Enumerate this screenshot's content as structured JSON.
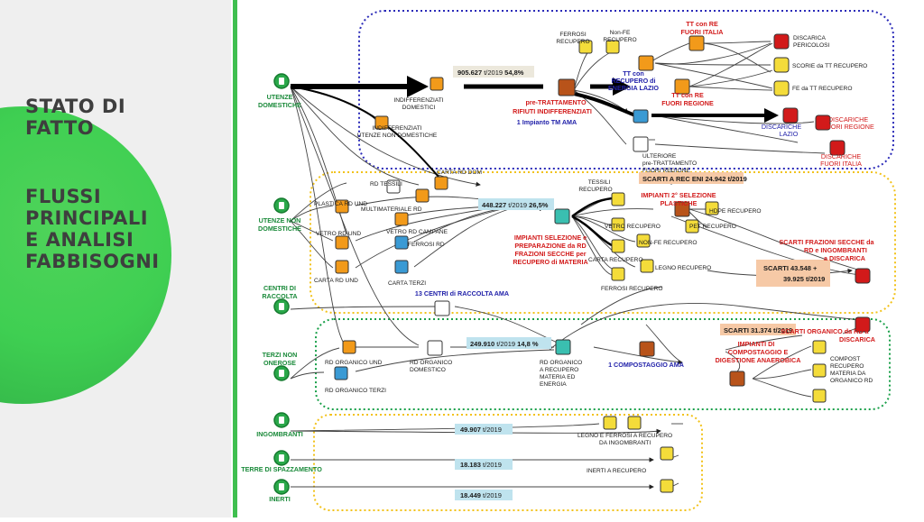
{
  "sidebar": {
    "title_lines": [
      "STATO DI",
      "FATTO"
    ],
    "subtitle_lines": [
      "FLUSSI",
      "PRINCIPALI",
      "E ANALISI",
      "FABBISOGNI"
    ],
    "accent_color": "#3fcf52"
  },
  "sources": [
    {
      "label": [
        "UTENZE",
        "DOMESTICHE"
      ]
    },
    {
      "label": [
        "UTENZE NON",
        "DOMESTICHE"
      ]
    },
    {
      "label": [
        "CENTRI DI",
        "RACCOLTA"
      ]
    },
    {
      "label": [
        "TERZI NON",
        "ONEROSE"
      ]
    },
    {
      "label": [
        "INGOMBRANTI"
      ]
    },
    {
      "label": [
        "TERRE DI SPAZZAMENTO"
      ]
    },
    {
      "label": [
        "INERTI"
      ]
    }
  ],
  "top": {
    "flow_value": "905.627",
    "flow_unit": "t/2019",
    "flow_pct": "54,8%",
    "indiff_dom": [
      "INDIFFERENZIATI",
      "DOMESTICI"
    ],
    "indiff_non_dom": [
      "INDIFFERENZIATI",
      "UTENZE NON DOMESTICHE"
    ],
    "pretratt": [
      "pre-TRATTAMENTO",
      "RIFIUTI INDIFFERENZIATI"
    ],
    "impianto": "1 Impianto TM AMA",
    "ferrosi": [
      "FERROSI",
      "RECUPERO"
    ],
    "nonfe": [
      "Non-FE",
      "RECUPERO"
    ],
    "tt_re_italia": [
      "TT con RE",
      "FUORI ITALIA"
    ],
    "tt_recupero_lazio": [
      "TT con",
      "RECUPERO di",
      "ENERGIA LAZIO"
    ],
    "tt_re_regione": [
      "TT con RE",
      "FUORI REGIONE"
    ],
    "discarica_pericolosi": [
      "DISCARICA",
      "PERICOLOSI"
    ],
    "scorie": "SCORIE da TT RECUPERO",
    "fe_tt": "FE da TT RECUPERO",
    "discariche_lazio": [
      "DISCARICHE",
      "LAZIO"
    ],
    "discariche_fuori_regione": [
      "DISCARICHE",
      "FUORI REGIONE"
    ],
    "ulteriore": [
      "ULTERIORE",
      "pre-TRATTAMENTO",
      "FUORI REGIONE"
    ],
    "discariche_fuori_italia": [
      "DISCARICHE",
      "FUORI ITALIA"
    ]
  },
  "mid": {
    "scarti_rec_eni": "SCARTI A REC ENI  24.942 t/2019",
    "rd_tessili": "RD TESSILI",
    "carta_rd_dom": "CARTA RD DOM",
    "plastica_rd_und": "PLASTICA RD UND",
    "multimateriale": "MULTIMATERIALE RD",
    "vetro_rd_und": "VETRO RD UND",
    "vetro_rd_campane": "VETRO RD CAMPANE",
    "ferrosi_rd": "FERROSI RD",
    "carta_rd_und": "CARTA RD UND",
    "carta_terzi": "CARTA TERZI",
    "flow_value": "448.227",
    "flow_unit": "t/2019",
    "flow_pct": "26,5%",
    "impianti_selezione": [
      "IMPIANTI SELEZIONE e",
      "PREPARAZIONE da RD",
      "FRAZIONI SECCHE per",
      "RECUPERO di MATERIA"
    ],
    "tessili_recupero": [
      "TESSILI",
      "RECUPERO"
    ],
    "impianti_2_selezione": [
      "IMPIANTI 2° SELEZIONE",
      "PLASTICHE"
    ],
    "hdpe": "HDPE RECUPERO",
    "pet": "PET RECUPERO",
    "vetro_recupero": "VETRO RECUPERO",
    "nonfe_recupero": "NON-FE RECUPERO",
    "carta_recupero": "CARTA RECUPERO",
    "legno_recupero": "LEGNO RECUPERO",
    "ferrosi_recupero": "FERROSI RECUPERO",
    "scarti_frazioni": [
      "SCARTI FRAZIONI SECCHE da",
      "RD e INGOMBRANTI",
      "a DISCARICA"
    ],
    "scarti_box": [
      "SCARTI    43.548 +",
      "39.925 t/2019"
    ],
    "centri_raccolta_ama": "13 CENTRI di RACCOLTA AMA"
  },
  "org": {
    "rd_organico_und": "RD ORGANICO UND",
    "rd_organico_dom": [
      "RD ORGANICO",
      "DOMESTICO"
    ],
    "rd_organico_terzi": "RD ORGANICO TERZI",
    "flow_value": "249.910",
    "flow_unit": "t/2019",
    "flow_pct": "14,8 %",
    "rd_organico_recupero": [
      "RD ORGANICO",
      "A RECUPERO",
      "MATERIA ED",
      "ENERGIA"
    ],
    "compostaggio_ama": "1 COMPOSTAGGIO AMA",
    "scarti_box": "SCARTI  31.374 t/2019",
    "scarti_organico": [
      "SCARTI ORGANICO da RD a",
      "DISCARICA"
    ],
    "impianti_compostaggio": [
      "IMPIANTI DI",
      "COMPOSTAGGIO E",
      "DIGESTIONE ANAEROBICA"
    ],
    "compost": [
      "COMPOST",
      "RECUPERO",
      "MATERIA DA",
      "ORGANICO RD"
    ]
  },
  "bottom": {
    "ingombranti_value": "49.907",
    "terre_value": "18.183",
    "inerti_value": "18.449",
    "unit": "t/2019",
    "legno_ferrosi": [
      "LEGNO E FERROSI A  RECUPERO",
      "DA INGOMBRANTI"
    ],
    "inerti_recupero": "INERTI A  RECUPERO"
  },
  "colors": {
    "blue_box": "#2a2ab8",
    "yellow_box": "#f2c21a",
    "green_box": "#1aa04a",
    "red_text": "#d21a1a",
    "blue_text": "#2222aa",
    "green_text": "#1a8a3a",
    "flow_label_bg": "#bfe3ee",
    "scarti_bg": "#f6c9a6"
  }
}
